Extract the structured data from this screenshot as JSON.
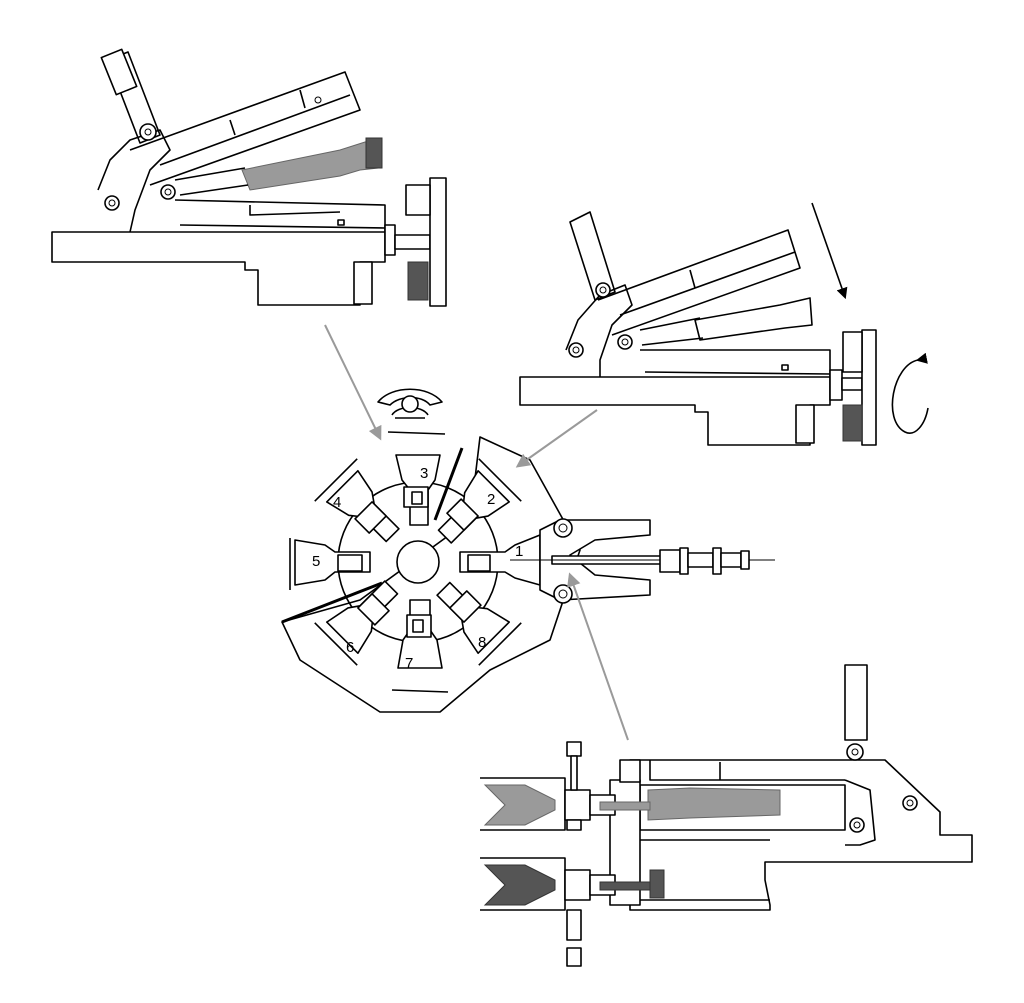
{
  "station_labels": [
    "1",
    "2",
    "3",
    "4",
    "5",
    "6",
    "7",
    "8"
  ],
  "colors": {
    "line": "#000000",
    "connector_arrow": "#9a9a9a",
    "parison": "#9a9a9a",
    "preform_dark": "#555555"
  },
  "icons": [
    "eye-icon",
    "rotation-arrow-icon",
    "down-arrow-icon"
  ]
}
